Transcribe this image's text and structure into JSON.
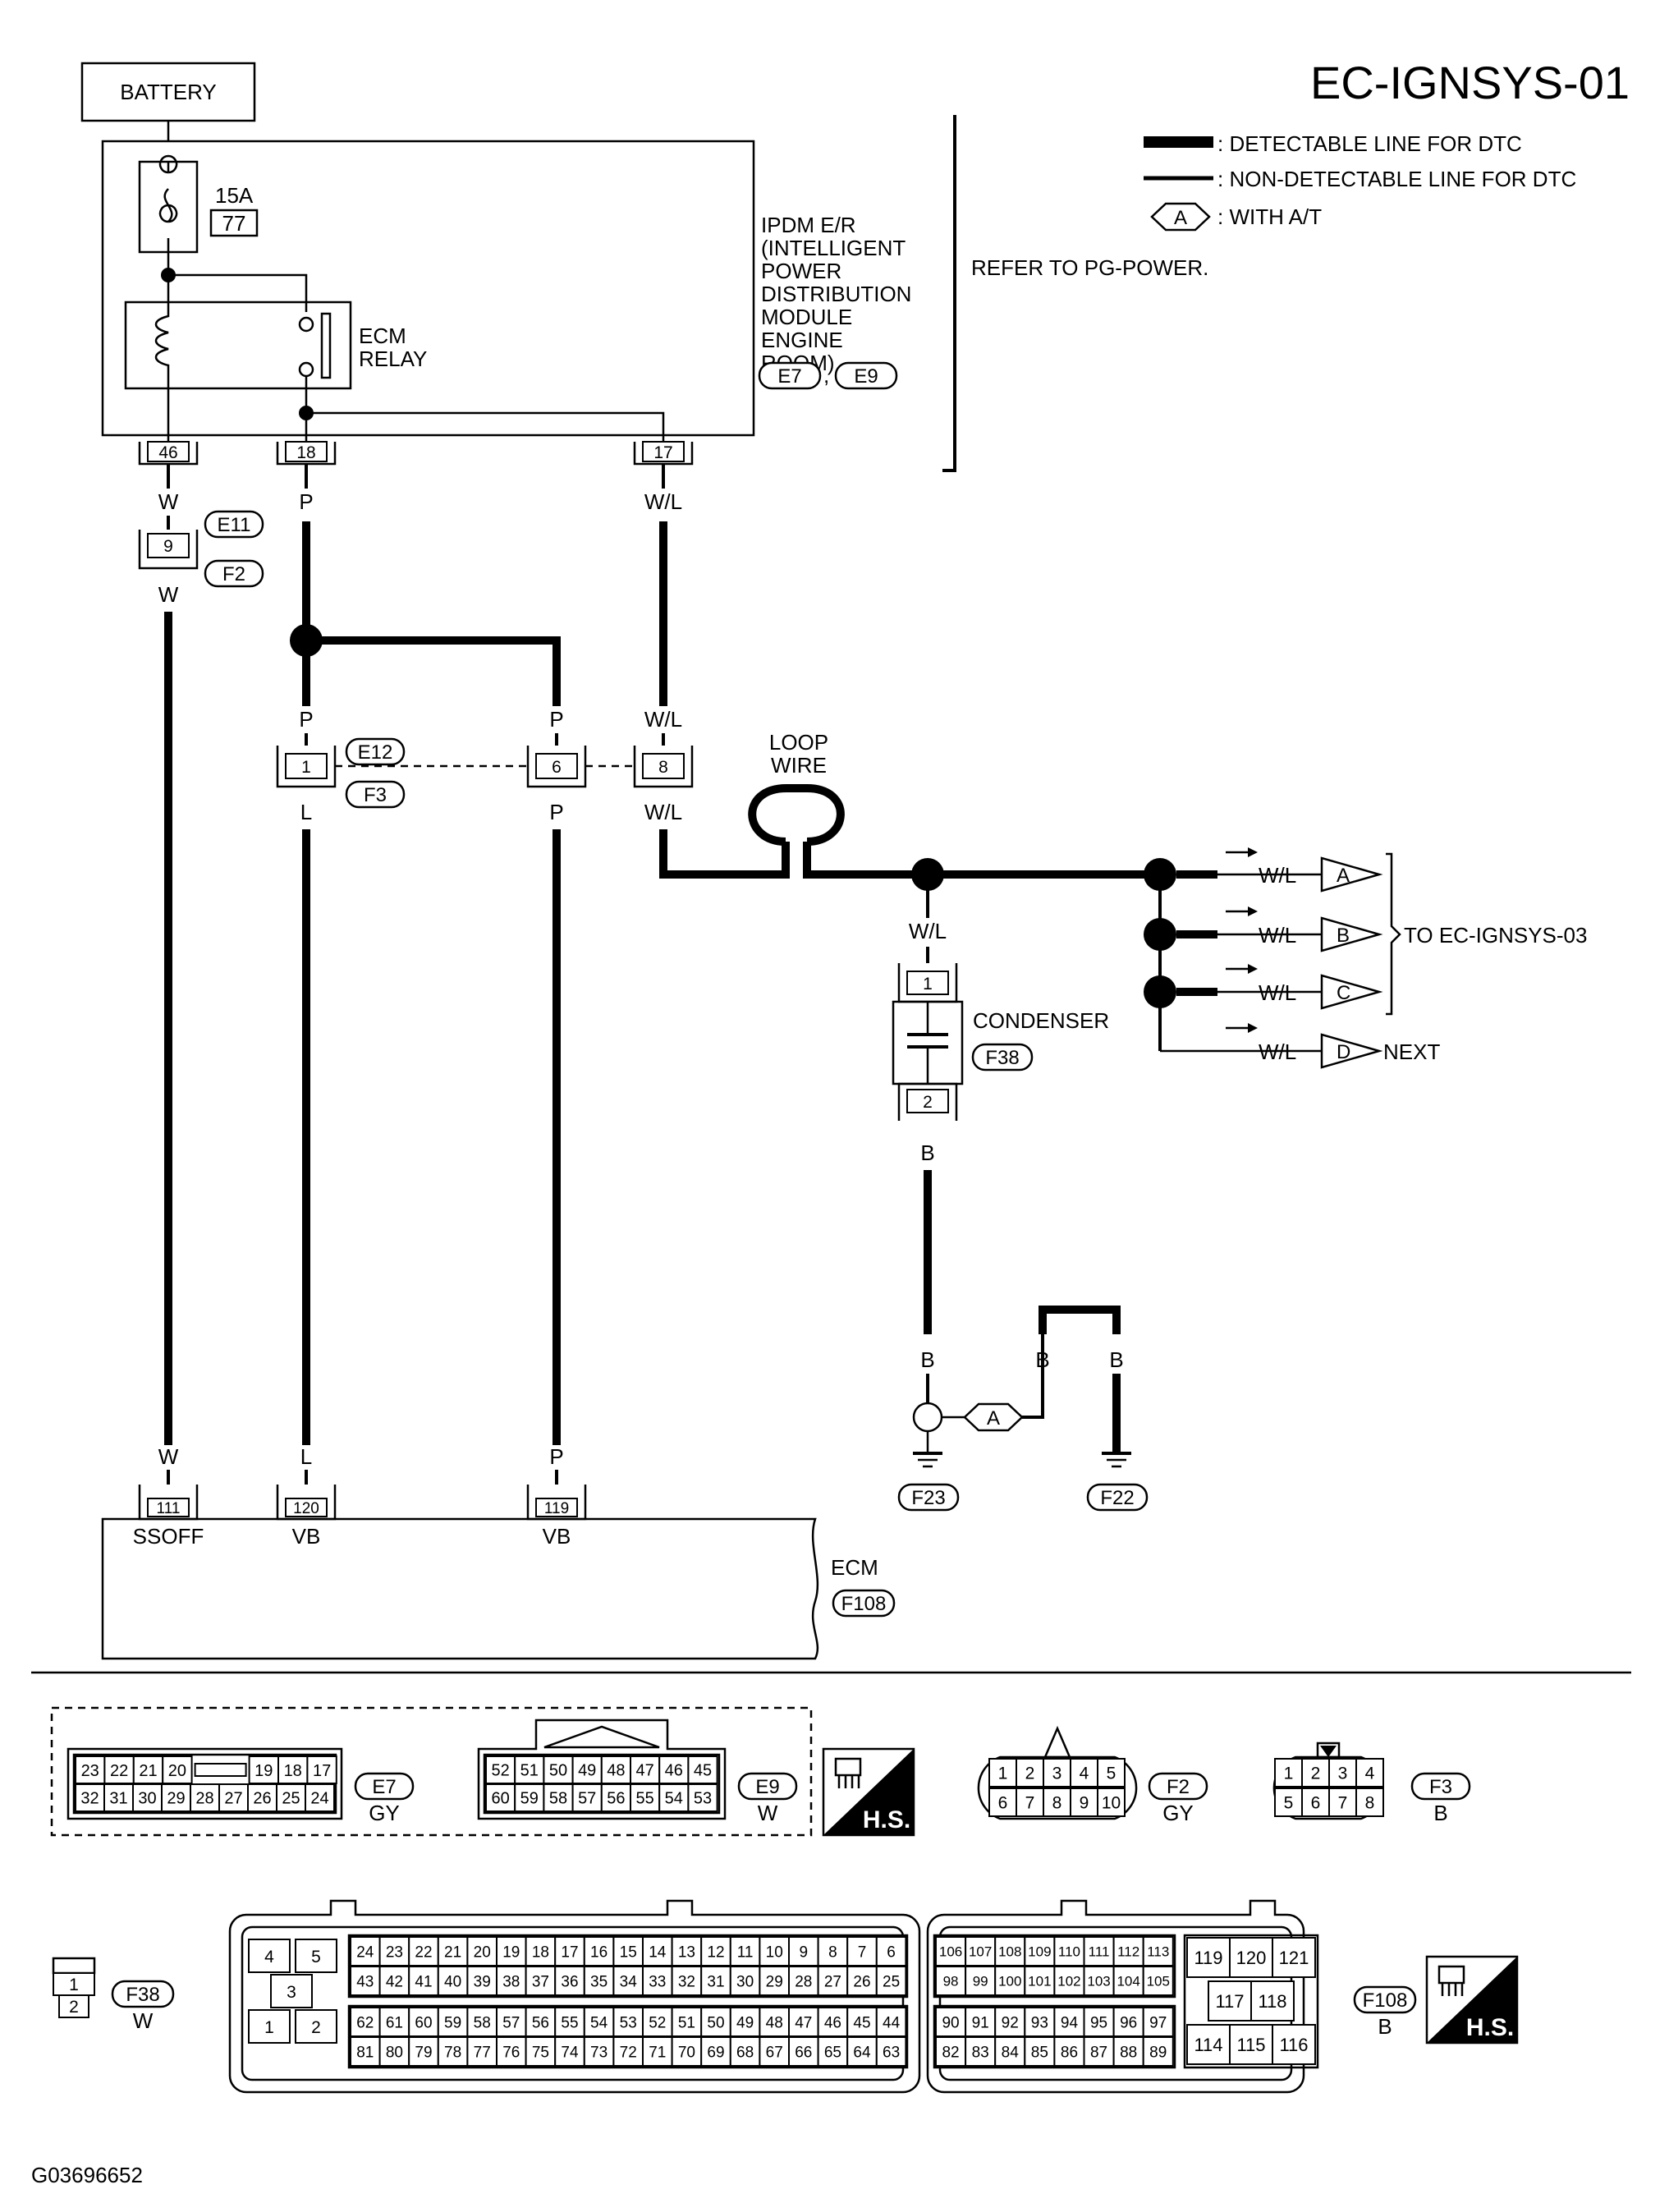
{
  "page": {
    "title": "EC-IGNSYS-01",
    "figure_id": "G03696652"
  },
  "legend": {
    "detectable": ": DETECTABLE LINE FOR DTC",
    "non_detectable": ": NON-DETECTABLE LINE FOR DTC",
    "option_symbol": "A",
    "option_text": ": WITH A/T"
  },
  "refer_note": "REFER TO PG-POWER.",
  "battery": "BATTERY",
  "fuse": {
    "rating": "15A",
    "number": "77"
  },
  "ecm_relay": [
    "ECM",
    "RELAY"
  ],
  "ipdm": {
    "lines": [
      "IPDM E/R",
      "(INTELLIGENT",
      " POWER",
      " DISTRIBUTION",
      " MODULE",
      " ENGINE",
      " ROOM)"
    ],
    "connectors": [
      "E7",
      "E9"
    ],
    "separator": ","
  },
  "ipdm_terminals": {
    "t46": "46",
    "t18": "18",
    "t17": "17"
  },
  "wire_colors": {
    "w": "W",
    "p": "P",
    "wl": "W/L",
    "l": "L",
    "b": "B"
  },
  "joint1": {
    "terminal": "9",
    "connectors": [
      "E11",
      "F2"
    ]
  },
  "joint2": {
    "terminals": [
      "1",
      "6",
      "8"
    ],
    "connectors": [
      "E12",
      "F3"
    ]
  },
  "loop_wire": [
    "LOOP",
    "WIRE"
  ],
  "condenser": {
    "label": "CONDENSER",
    "connector": "F38",
    "pins": [
      "1",
      "2"
    ]
  },
  "outputs": [
    {
      "label": "A",
      "color": "W/L"
    },
    {
      "label": "B",
      "color": "W/L"
    },
    {
      "label": "C",
      "color": "W/L"
    },
    {
      "label": "D",
      "color": "W/L",
      "note": "NEXT"
    }
  ],
  "to_label": "TO EC-IGNSYS-03",
  "ground": {
    "option": "A",
    "connectors": [
      "F23",
      "F22"
    ]
  },
  "ecm": {
    "name": "ECM",
    "connector": "F108",
    "terminals": [
      {
        "num": "111",
        "sig": "SSOFF"
      },
      {
        "num": "120",
        "sig": "VB"
      },
      {
        "num": "119",
        "sig": "VB"
      }
    ]
  },
  "conn_e7": {
    "id": "E7",
    "color": "GY",
    "row1": [
      "23",
      "22",
      "21",
      "20",
      "",
      "19",
      "18",
      "17"
    ],
    "row2": [
      "32",
      "31",
      "30",
      "29",
      "28",
      "27",
      "26",
      "25",
      "24"
    ]
  },
  "conn_e9": {
    "id": "E9",
    "color": "W",
    "row1": [
      "52",
      "51",
      "50",
      "49",
      "48",
      "47",
      "46",
      "45"
    ],
    "row2": [
      "60",
      "59",
      "58",
      "57",
      "56",
      "55",
      "54",
      "53"
    ]
  },
  "hs_label": "H.S.",
  "conn_f2": {
    "id": "F2",
    "color": "GY",
    "row1": [
      "1",
      "2",
      "3",
      "4",
      "5"
    ],
    "row2": [
      "6",
      "7",
      "8",
      "9",
      "10"
    ]
  },
  "conn_f3": {
    "id": "F3",
    "color": "B",
    "row1": [
      "1",
      "2",
      "3",
      "4"
    ],
    "row2": [
      "5",
      "6",
      "7",
      "8"
    ]
  },
  "conn_f38": {
    "id": "F38",
    "color": "W",
    "pins": [
      "1",
      "2"
    ]
  },
  "conn_f108": {
    "id": "F108",
    "color": "B",
    "small": [
      "4",
      "5",
      "3",
      "1",
      "2"
    ],
    "r1": [
      "24",
      "23",
      "22",
      "21",
      "20",
      "19",
      "18",
      "17",
      "16",
      "15",
      "14",
      "13",
      "12",
      "11",
      "10",
      "9",
      "8",
      "7",
      "6"
    ],
    "r2": [
      "43",
      "42",
      "41",
      "40",
      "39",
      "38",
      "37",
      "36",
      "35",
      "34",
      "33",
      "32",
      "31",
      "30",
      "29",
      "28",
      "27",
      "26",
      "25"
    ],
    "r3": [
      "62",
      "61",
      "60",
      "59",
      "58",
      "57",
      "56",
      "55",
      "54",
      "53",
      "52",
      "51",
      "50",
      "49",
      "48",
      "47",
      "46",
      "45",
      "44"
    ],
    "r4": [
      "81",
      "80",
      "79",
      "78",
      "77",
      "76",
      "75",
      "74",
      "73",
      "72",
      "71",
      "70",
      "69",
      "68",
      "67",
      "66",
      "65",
      "64",
      "63"
    ],
    "m1": [
      "106",
      "107",
      "108",
      "109",
      "110",
      "111",
      "112",
      "113"
    ],
    "m2": [
      "98",
      "99",
      "100",
      "101",
      "102",
      "103",
      "104",
      "105"
    ],
    "m3": [
      "90",
      "91",
      "92",
      "93",
      "94",
      "95",
      "96",
      "97"
    ],
    "m4": [
      "82",
      "83",
      "84",
      "85",
      "86",
      "87",
      "88",
      "89"
    ],
    "q1": [
      "119",
      "120",
      "121"
    ],
    "q2": [
      "117",
      "118"
    ],
    "q3": [
      "114",
      "115",
      "116"
    ]
  }
}
